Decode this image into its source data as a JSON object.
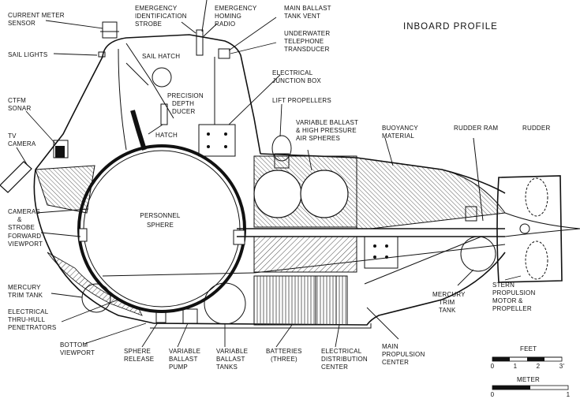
{
  "title": "INBOARD PROFILE",
  "labels": {
    "current_meter_sensor": [
      "CURRENT METER",
      "SENSOR"
    ],
    "sail_lights": [
      "SAIL LIGHTS"
    ],
    "ctfm_sonar": [
      "CTFM",
      "SONAR"
    ],
    "tv_camera": [
      "TV",
      "CAMERA"
    ],
    "cameras_strobe": [
      "CAMERAS",
      "&",
      "STROBE"
    ],
    "forward_viewport": [
      "FORWARD",
      "VIEWPORT"
    ],
    "mercury_trim_tank_fwd": [
      "MERCURY",
      "TRIM TANK"
    ],
    "electrical_thru_hull": [
      "ELECTRICAL",
      "THRU-HULL",
      "PENETRATORS"
    ],
    "bottom_viewport": [
      "BOTTOM",
      "VIEWPORT"
    ],
    "sphere_release": [
      "SPHERE",
      "RELEASE"
    ],
    "variable_ballast_pump": [
      "VARIABLE",
      "BALLAST",
      "PUMP"
    ],
    "variable_ballast_tanks": [
      "VARIABLE",
      "BALLAST",
      "TANKS"
    ],
    "batteries": [
      "BATTERIES",
      "(THREE)"
    ],
    "electrical_distribution": [
      "ELECTRICAL",
      "DISTRIBUTION",
      "CENTER"
    ],
    "main_propulsion": [
      "MAIN",
      "PROPULSION",
      "CENTER"
    ],
    "mercury_trim_tank_aft": [
      "MERCURY",
      "TRIM",
      "TANK"
    ],
    "stern_propulsion": [
      "STERN",
      "PROPULSION",
      "MOTOR &",
      "PROPELLER"
    ],
    "emergency_strobe": [
      "EMERGENCY",
      "IDENTIFICATION",
      "STROBE"
    ],
    "emergency_radio": [
      "EMERGENCY",
      "HOMING",
      "RADIO"
    ],
    "main_ballast_vent": [
      "MAIN BALLAST",
      "TANK VENT"
    ],
    "underwater_telephone": [
      "UNDERWATER",
      "TELEPHONE",
      "TRANSDUCER"
    ],
    "sail_hatch": [
      "SAIL HATCH"
    ],
    "electrical_junction": [
      "ELECTRICAL",
      "JUNCTION BOX"
    ],
    "precision_depth": [
      "PRECISION",
      "DEPTH",
      "DUCER"
    ],
    "lift_propellers": [
      "LIFT PROPELLERS"
    ],
    "hatch": [
      "HATCH"
    ],
    "variable_ballast_hp": [
      "VARIABLE BALLAST",
      "& HIGH PRESSURE",
      "AIR SPHERES"
    ],
    "buoyancy_material": [
      "BUOYANCY",
      "MATERIAL"
    ],
    "rudder_ram": [
      "RUDDER RAM"
    ],
    "rudder": [
      "RUDDER"
    ],
    "personnel_sphere": [
      "PERSONNEL",
      "SPHERE"
    ]
  },
  "scale_feet": {
    "unit": "FEET",
    "ticks": [
      "0",
      "1",
      "2",
      "3'"
    ]
  },
  "scale_meter": {
    "unit": "METER",
    "ticks": [
      "0",
      "1"
    ]
  }
}
